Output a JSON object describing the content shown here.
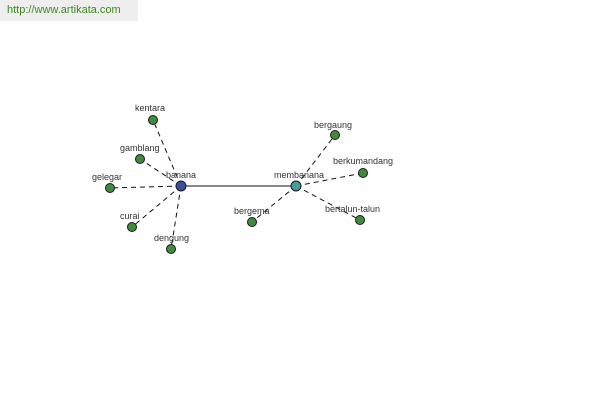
{
  "header": {
    "url": "http://www.artikata.com"
  },
  "colors": {
    "url_text": "#3d8a1e",
    "url_background": "#eeeeee",
    "main_node": "#3b4fa0",
    "secondary_node": "#4a9a9a",
    "leaf_node": "#3f8a3f",
    "edge": "#111111",
    "label": "#333333"
  },
  "graph": {
    "main_edge": {
      "from": "banana",
      "to": "membanana"
    },
    "hubs": [
      {
        "id": "banana",
        "label": "banana",
        "kind": "main",
        "leaves": [
          "kentara",
          "gamblang",
          "gelegar",
          "curai",
          "dengung"
        ]
      },
      {
        "id": "membanana",
        "label": "membanana",
        "kind": "secondary",
        "leaves": [
          "bergaung",
          "berkumandang",
          "bergema",
          "bertalun-talun"
        ]
      }
    ]
  }
}
